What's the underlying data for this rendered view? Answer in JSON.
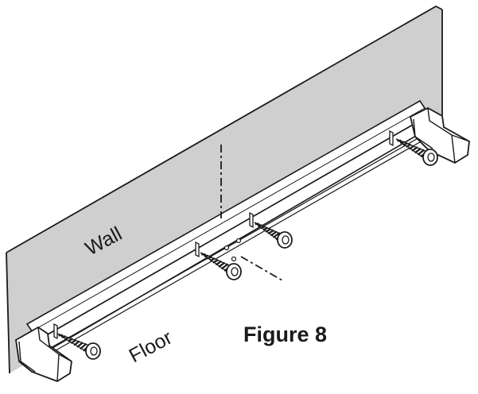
{
  "labels": {
    "wall": "Wall",
    "floor": "Floor",
    "figure": "Figure 8"
  },
  "colors": {
    "wall_fill": "#cfcfcf",
    "outline": "#1a1a1a",
    "bracket_fill": "#ffffff"
  },
  "parts": [
    "wall-panel",
    "mounting-rail",
    "left-end-bracket",
    "right-end-bracket",
    "screw",
    "screw",
    "screw",
    "screw",
    "center-line"
  ]
}
